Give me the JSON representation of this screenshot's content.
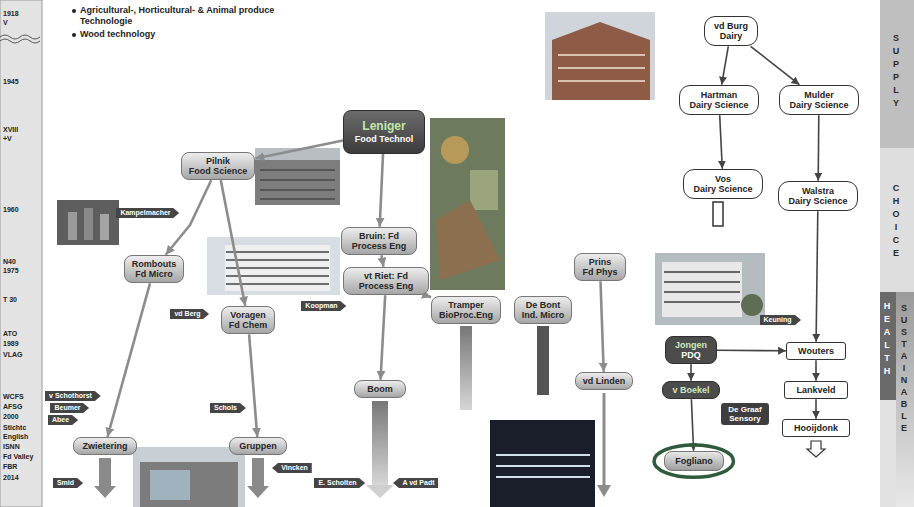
{
  "diagram": {
    "nodes": [
      {
        "text": [
          "Leniger",
          "Food Technol"
        ]
      },
      {
        "text": [
          "Pilnik",
          "Food Science"
        ]
      },
      {
        "text": [
          "Kampelmacher"
        ]
      },
      {
        "text": [
          "Rombouts",
          "Fd Micro"
        ]
      },
      {
        "text": [
          "vd Berg"
        ]
      },
      {
        "text": [
          "Voragen",
          "Fd Chem"
        ]
      },
      {
        "text": [
          "Koopman"
        ]
      },
      {
        "text": [
          "Bruin: Fd Process Eng"
        ]
      },
      {
        "text": [
          "vt Riet: Fd Process Eng"
        ]
      },
      {
        "text": [
          "Tramper",
          "BioProc.Eng"
        ]
      },
      {
        "text": [
          "De Bont",
          "Ind. Micro"
        ]
      },
      {
        "text": [
          "Prins",
          "Fd Phys"
        ]
      },
      {
        "text": [
          "vd Linden"
        ]
      },
      {
        "text": [
          "Boom"
        ]
      },
      {
        "text": [
          "Zwietering"
        ]
      },
      {
        "text": [
          "Gruppen"
        ]
      },
      {
        "text": [
          "v Schothorst"
        ]
      },
      {
        "text": [
          "Beumer"
        ]
      },
      {
        "text": [
          "Abee"
        ]
      },
      {
        "text": [
          "Smid"
        ]
      },
      {
        "text": [
          "Schols"
        ]
      },
      {
        "text": [
          "Vincken"
        ]
      },
      {
        "text": [
          "E. Scholten"
        ]
      },
      {
        "text": [
          "A vd Padt"
        ]
      },
      {
        "text": [
          "vd Burg",
          "Dairy"
        ]
      },
      {
        "text": [
          "Hartman",
          "Dairy Science"
        ]
      },
      {
        "text": [
          "Mulder",
          "Dairy Science"
        ]
      },
      {
        "text": [
          "Vos",
          "Dairy Science"
        ]
      },
      {
        "text": [
          "Walstra",
          "Dairy Science"
        ]
      },
      {
        "text": [
          "Keuning"
        ]
      },
      {
        "text": [
          "Jongen",
          "PDQ"
        ]
      },
      {
        "text": [
          "v Boekel"
        ]
      },
      {
        "text": [
          "De Graaf",
          "Sensory"
        ]
      },
      {
        "text": [
          "Fogliano"
        ]
      },
      {
        "text": [
          "Wouters"
        ]
      },
      {
        "text": [
          "Lankveld"
        ]
      },
      {
        "text": [
          "Hooijdonk"
        ]
      }
    ],
    "edges": [
      {
        "from": 0,
        "to": 1,
        "arrow": "to"
      },
      {
        "from": 0,
        "to": 7,
        "arrow": "to"
      },
      {
        "from": 1,
        "to": 3,
        "arrow": "to"
      },
      {
        "from": 1,
        "to": 5,
        "arrow": "to"
      },
      {
        "from": 3,
        "to": 14,
        "arrow": "to"
      },
      {
        "from": 5,
        "to": 15,
        "arrow": "to"
      },
      {
        "from": 7,
        "to": 8,
        "arrow": "to"
      },
      {
        "from": 8,
        "to": 13,
        "arrow": "to"
      },
      {
        "from": 8,
        "to": 9,
        "arrow": "to"
      },
      {
        "from": 11,
        "to": 12,
        "arrow": "to"
      },
      {
        "from": 24,
        "to": 25,
        "arrow": "to"
      },
      {
        "from": 24,
        "to": 26,
        "arrow": "to"
      },
      {
        "from": 25,
        "to": 27,
        "arrow": "to"
      },
      {
        "from": 26,
        "to": 28,
        "arrow": "to"
      },
      {
        "from": 28,
        "to": 34,
        "arrow": "to"
      },
      {
        "from": 30,
        "to": 34,
        "arrow": "to"
      },
      {
        "from": 30,
        "to": 31,
        "arrow": "to"
      },
      {
        "from": 31,
        "to": 33,
        "arrow": "to"
      },
      {
        "from": 34,
        "to": 35,
        "arrow": "to"
      },
      {
        "from": 35,
        "to": 36,
        "arrow": "to"
      }
    ],
    "labels": [
      "Agricultural-, Horticultural- & Animal produce Technologie",
      "Wood technology",
      "1918",
      "V",
      "1945",
      "XVIII",
      "+V",
      "1960",
      "N40",
      "1975",
      "T 30",
      "ATO",
      "1989",
      "VLAG",
      "WCFS",
      "AFSG",
      "2000",
      "Stichtc",
      "English",
      "ISNN",
      "Fd Valley",
      "FBR",
      "2014",
      "SUPPLY",
      "CHOICE",
      "HEALTH",
      "SUSTAINABLE"
    ]
  }
}
